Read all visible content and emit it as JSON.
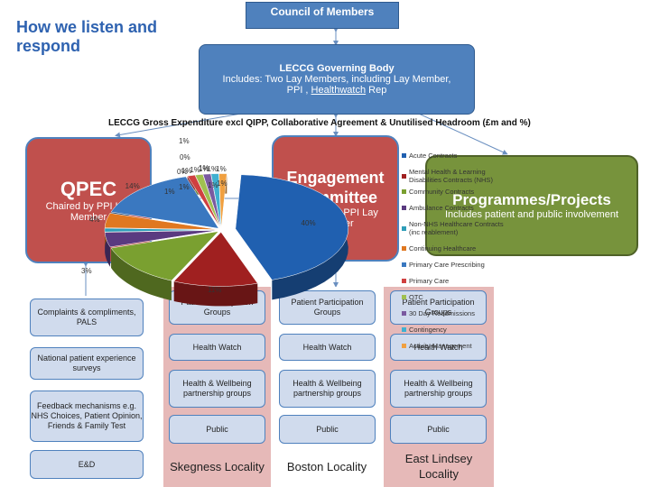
{
  "title": "How we listen and respond",
  "council": "Council of Members",
  "governing": {
    "title": "LECCG Governing Body",
    "line2": "Includes: Two Lay Members, including Lay Member,",
    "line3_prefix": "PPI ,",
    "line3_link": "Healthwatch",
    "line3_suffix": "Rep"
  },
  "qpec": {
    "title": "QPEC",
    "subtitle": "Chaired by PPI Lay Member"
  },
  "engagement": {
    "title": "Engagement Committee",
    "subtitle": "Chaired by PPI Lay Member"
  },
  "programmes": {
    "title": "Programmes/Projects",
    "subtitle": "Includes patient and public involvement"
  },
  "left_boxes": [
    "Complaints & compliments, PALS",
    "National patient experience surveys",
    "Feedback mechanisms e.g. NHS Choices, Patient Opinion, Friends & Family Test",
    "E&D"
  ],
  "localities": [
    {
      "name": "Skegness Locality",
      "boxes": [
        "Patient Participation Groups",
        "Health Watch",
        "Health & Wellbeing partnership groups",
        "Public"
      ]
    },
    {
      "name": "Boston Locality",
      "boxes": [
        "Patient Participation Groups",
        "Health Watch",
        "Health & Wellbeing partnership groups",
        "Public"
      ]
    },
    {
      "name": "East Lindsey Locality",
      "boxes": [
        "Patient Participation Groups",
        "Health Watch",
        "Health & Wellbeing partnership groups",
        "Public"
      ]
    }
  ],
  "colors": {
    "blue": "#4f81bd",
    "red": "#c0504d",
    "green": "#77933c",
    "pink": "#e6b9b8",
    "title_blue": "#2e62b0"
  },
  "chart_data": {
    "type": "pie",
    "title": "LECCG Gross Expenditure excl QIPP, Collaborative Agreement & Unutilised Headroom (£m and %)",
    "categories": [
      "Acute Contracts",
      "Mental Health & Learning Disabilities Contracts (NHS)",
      "Community Contracts",
      "Ambulance Contracts",
      "Non-NHS Healthcare Contracts (inc reablement)",
      "Continuing Healthcare",
      "Primary Care Prescribing",
      "Primary Care",
      "OTC",
      "30 Day Readmissions",
      "Contingency",
      "Activity Management"
    ],
    "values": [
      40,
      11,
      12,
      4,
      1,
      4,
      14,
      1,
      1,
      1,
      1,
      1
    ],
    "value_labels": [
      "40%",
      "11%",
      "",
      "",
      "",
      "4%",
      "14%",
      "1%",
      "1%",
      "1%",
      "1%",
      "1%"
    ],
    "extra_labels": [
      "1%",
      "0%",
      "0%",
      "1%",
      "1%",
      "1%",
      "1%",
      "1%",
      "3%"
    ],
    "colors": [
      "#2060b0",
      "#a02020",
      "#7aa030",
      "#5a3a80",
      "#2e9db8",
      "#e07820",
      "#3a78c0",
      "#d04040",
      "#a0c050",
      "#7a5aa0",
      "#40b0d0",
      "#f0a040"
    ],
    "legend_placement": "right"
  }
}
